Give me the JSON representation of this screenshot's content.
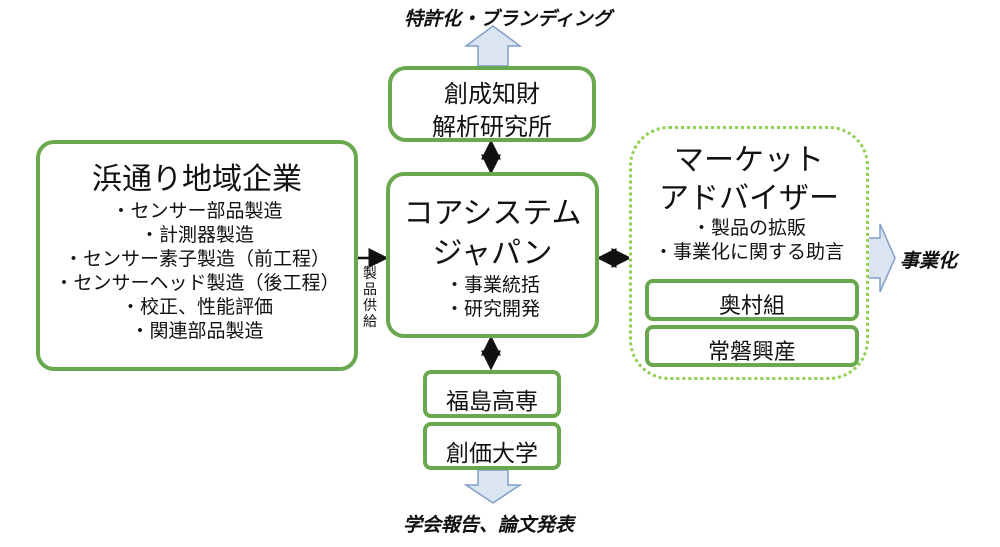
{
  "top_label": "特許化・ブランディング",
  "bottom_label": "学会報告、論文発表",
  "right_label": "事業化",
  "supply_label": "製品供給",
  "institute": {
    "line1": "創成知財",
    "line2": "解析研究所"
  },
  "left": {
    "title": "浜通り地域企業",
    "items": [
      "・センサー部品製造",
      "・計測器製造",
      "・センサー素子製造（前工程）",
      "・センサーヘッド製造（後工程）",
      "・校正、性能評価",
      "・関連部品製造"
    ]
  },
  "center": {
    "line1": "コアシステム",
    "line2": "ジャパン",
    "items": [
      "・事業統括",
      "・研究開発"
    ]
  },
  "right": {
    "title1": "マーケット",
    "title2": "アドバイザー",
    "items": [
      "・製品の拡販",
      "・事業化に関する助言"
    ],
    "members": [
      "奥村組",
      "常磐興産"
    ]
  },
  "bottom_boxes": [
    "福島高専",
    "創価大学"
  ],
  "colors": {
    "border": "#6aa84f",
    "dotted": "#8fd14f",
    "arrow_fill": "#dbe5f1",
    "arrow_stroke": "#7f9fc8"
  }
}
